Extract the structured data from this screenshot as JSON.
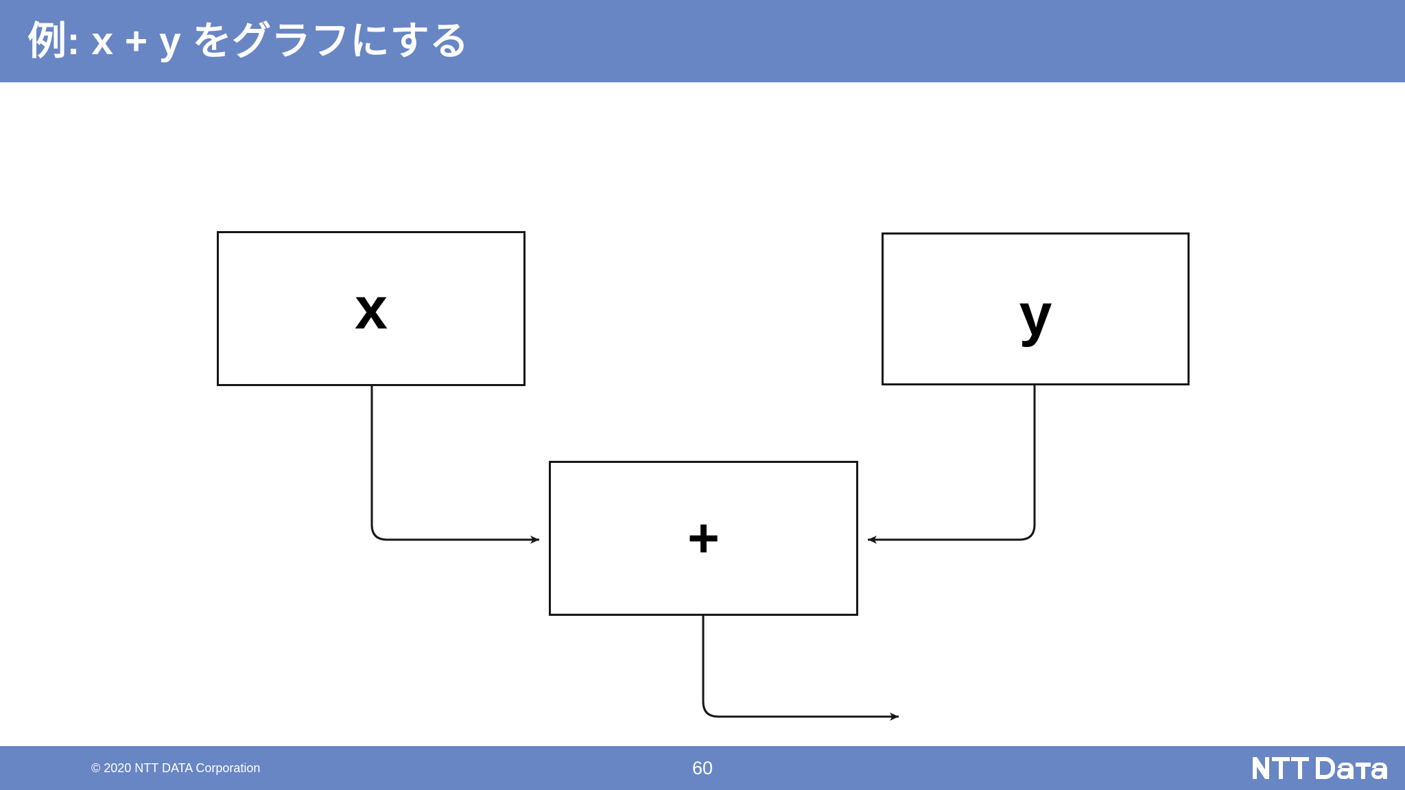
{
  "slide": {
    "title": "例: x + y をグラフにする",
    "background_color": "#ffffff",
    "accent_color": "#6885c4"
  },
  "header": {
    "title": "例: x + y をグラフにする",
    "bar_color": "#6885c4",
    "text_color": "#ffffff"
  },
  "diagram": {
    "type": "computation-graph",
    "stroke_color": "#161616",
    "fill_color": "#ffffff",
    "nodes": [
      {
        "id": "x",
        "label": "x",
        "role": "input-variable"
      },
      {
        "id": "y",
        "label": "y",
        "role": "input-variable"
      },
      {
        "id": "plus",
        "label": "+",
        "role": "operator-add"
      }
    ],
    "edges": [
      {
        "from": "x",
        "to": "plus",
        "arrow": "arrowhead-right"
      },
      {
        "from": "y",
        "to": "plus",
        "arrow": "arrowhead-left"
      },
      {
        "from": "plus",
        "to": "output",
        "arrow": "arrowhead-right"
      }
    ]
  },
  "footer": {
    "copyright": "© 2020 NTT DATA Corporation",
    "page_number": "60",
    "logo_text": "NTT DaTa",
    "bar_color": "#6885c4",
    "text_color": "#ffffff"
  }
}
